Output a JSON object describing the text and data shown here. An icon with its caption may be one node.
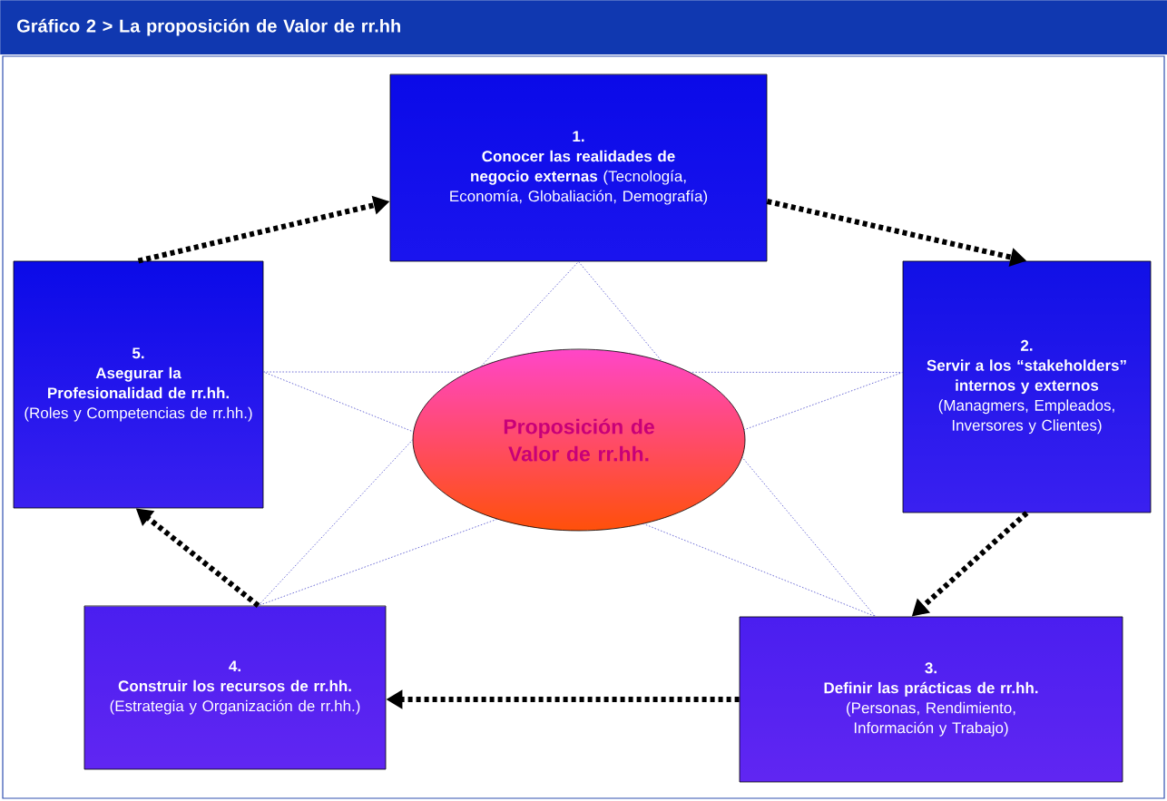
{
  "diagram": {
    "title": "Gráfico 2 > La proposición de Valor de rr.hh",
    "nodes": [
      {
        "text": [
          "1.",
          "Conocer las realidades de negocio externas",
          "(Tecnología, Economía, Globaliación, Demografía)"
        ]
      },
      {
        "text": [
          "2.",
          "Servir a los “stakeholders” internos y externos",
          "(Managmers, Empleados, Inversores y Clientes)"
        ]
      },
      {
        "text": [
          "3.",
          "Definir las prácticas de rr.hh.",
          "(Personas, Rendimiento, Información y Trabajo)"
        ]
      },
      {
        "text": [
          "4.",
          "Construir los recursos de rr.hh.",
          "(Estrategia y Organización de rr.hh.)"
        ]
      },
      {
        "text": [
          "5.",
          "Asegurar la Profesionalidad de rr.hh.",
          "(Roles y Competencias de rr.hh.)"
        ]
      },
      {
        "text": [
          "Proposición de Valor de rr.hh."
        ]
      }
    ],
    "edges": [
      {
        "from": 4,
        "to": 0,
        "arrow": "to",
        "style": "dashed"
      },
      {
        "from": 0,
        "to": 1,
        "arrow": "to",
        "style": "dashed"
      },
      {
        "from": 1,
        "to": 2,
        "arrow": "to",
        "style": "dashed"
      },
      {
        "from": 2,
        "to": 3,
        "arrow": "to",
        "style": "dashed"
      },
      {
        "from": 3,
        "to": 4,
        "arrow": "to",
        "style": "dashed"
      }
    ]
  }
}
